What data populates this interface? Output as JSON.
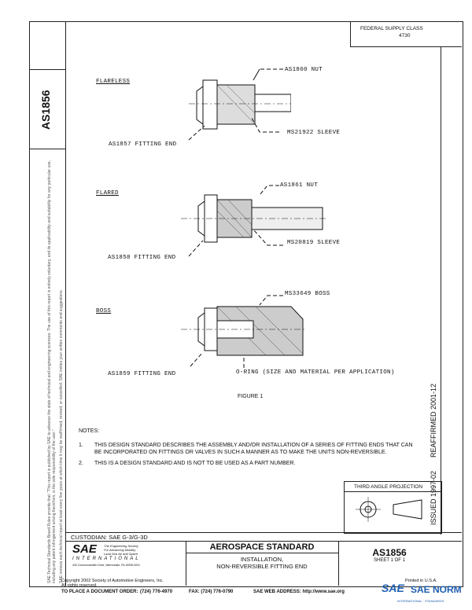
{
  "fsc": {
    "label": "FEDERAL SUPPLY CLASS",
    "value": "4730"
  },
  "side": {
    "doc_number": "AS1856",
    "disclaimer_1": "SAE Technical Standards Board Rules provide that: \"This report is published by SAE to advance the state of technical and engineering sciences. The use of this report is entirely voluntary, and its applicability and suitability for any particular use, including any patent infringement arising therefrom, is the sole responsibility of the user.\"",
    "disclaimer_2": "SAE reviews each technical report at least every five years at which time it may be reaffirmed, revised, or cancelled. SAE invites your written comments and suggestions.",
    "reaffirmed": "REAFFIRMED 2001-12",
    "issued": "ISSUED 1997-02"
  },
  "figure": {
    "sections": [
      {
        "title": "FLARELESS",
        "nut": "AS1860 NUT",
        "sleeve": "MS21922 SLEEVE",
        "end": "AS1857 FITTING END"
      },
      {
        "title": "FLARED",
        "nut": "AS1861 NUT",
        "sleeve": "MS20819 SLEEVE",
        "end": "AS1858 FITTING END"
      },
      {
        "title": "BOSS",
        "boss": "MS33649 BOSS",
        "oring": "O-RING (SIZE AND MATERIAL PER APPLICATION)",
        "end": "AS1859 FITTING END"
      }
    ],
    "caption": "FIGURE 1"
  },
  "notes": {
    "heading": "NOTES:",
    "items": [
      {
        "num": "1.",
        "text": "THIS DESIGN STANDARD DESCRIBES THE ASSEMBLY AND/OR INSTALLATION OF A SERIES OF FITTING ENDS THAT CAN BE INCORPORATED ON FITTINGS OR VALVES IN SUCH A MANNER AS TO MAKE THE UNITS NON-REVERSIBLE."
      },
      {
        "num": "2.",
        "text": "THIS IS A DESIGN STANDARD AND IS NOT TO BE USED AS A PART NUMBER."
      }
    ]
  },
  "projection": "THIRD ANGLE PROJECTION",
  "title_block": {
    "custodian": "CUSTODIAN: SAE G-3/G-3D",
    "sae_tagline_1": "The Engineering Society",
    "sae_tagline_2": "For Advancing Mobility",
    "sae_tagline_3": "Land Sea Air and Space",
    "sae_international": "INTERNATIONAL",
    "sae_address": "400 Commonwealth Drive, Warrendale, PA 15096-0001",
    "category": "AEROSPACE STANDARD",
    "title_1": "INSTALLATION,",
    "title_2": "NON-REVERSIBLE FITTING END",
    "doc_number": "AS1856",
    "sheet": "SHEET 1 OF 1"
  },
  "footer": {
    "copyright": "Copyright 2002 Society of Automotive Engineers, Inc.",
    "rights": "All rights reserved.",
    "printed": "Printed in U.S.A.",
    "order_label": "TO PLACE A DOCUMENT ORDER:",
    "order_phone": "(724) 776-4970",
    "fax": "FAX: (724) 776-0790",
    "web": "SAE WEB ADDRESS: http://www.sae.org"
  },
  "watermark": {
    "logo": "SAE",
    "text": "SAE NORM",
    "sub": "INTERNATIONAL · STANDARDS"
  }
}
